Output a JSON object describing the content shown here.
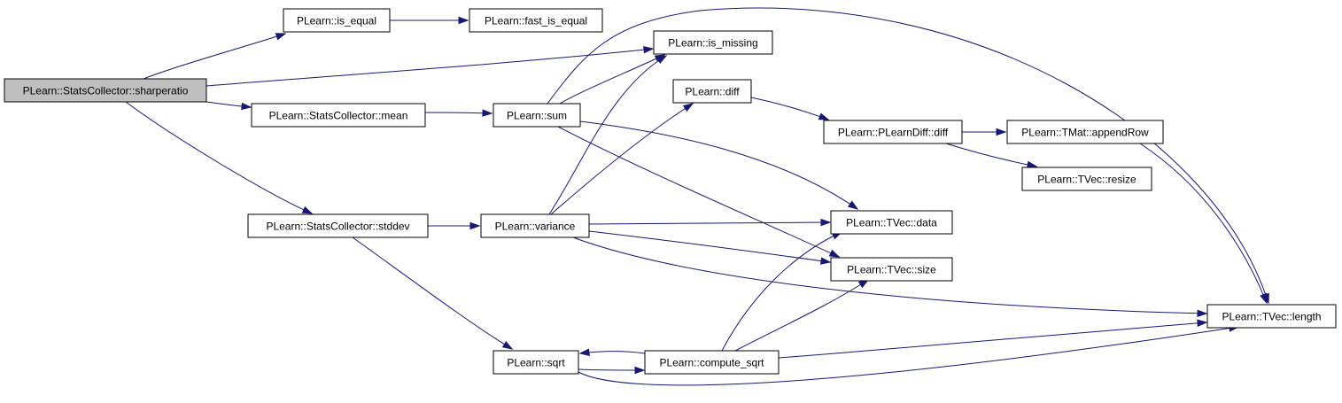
{
  "colors": {
    "edge": "#191970",
    "node_border": "#000000",
    "node_fill": "#ffffff",
    "root_fill": "#bfbfbf"
  },
  "nodes": {
    "sharperatio": "PLearn::StatsCollector::sharperatio",
    "is_equal": "PLearn::is_equal",
    "fast_is_equal": "PLearn::fast_is_equal",
    "is_missing": "PLearn::is_missing",
    "sc_mean": "PLearn::StatsCollector::mean",
    "sum": "PLearn::sum",
    "diff": "PLearn::diff",
    "plearndiff_diff": "PLearn::PLearnDiff::diff",
    "appendrow": "PLearn::TMat::appendRow",
    "resize": "PLearn::TVec::resize",
    "sc_stddev": "PLearn::StatsCollector::stddev",
    "variance": "PLearn::variance",
    "tvec_data": "PLearn::TVec::data",
    "tvec_size": "PLearn::TVec::size",
    "tvec_length": "PLearn::TVec::length",
    "sqrt": "PLearn::sqrt",
    "compute_sqrt": "PLearn::compute_sqrt"
  },
  "root_node": "sharperatio",
  "edges": [
    [
      "sharperatio",
      "is_equal"
    ],
    [
      "sharperatio",
      "is_missing"
    ],
    [
      "sharperatio",
      "sc_mean"
    ],
    [
      "sharperatio",
      "sc_stddev"
    ],
    [
      "is_equal",
      "fast_is_equal"
    ],
    [
      "sc_mean",
      "sum"
    ],
    [
      "sum",
      "is_missing"
    ],
    [
      "sum",
      "tvec_length"
    ],
    [
      "sum",
      "tvec_data"
    ],
    [
      "sum",
      "tvec_size"
    ],
    [
      "diff",
      "plearndiff_diff"
    ],
    [
      "plearndiff_diff",
      "appendrow"
    ],
    [
      "plearndiff_diff",
      "resize"
    ],
    [
      "appendrow",
      "tvec_length"
    ],
    [
      "sc_stddev",
      "variance"
    ],
    [
      "sc_stddev",
      "sqrt"
    ],
    [
      "variance",
      "is_missing"
    ],
    [
      "variance",
      "diff"
    ],
    [
      "variance",
      "tvec_data"
    ],
    [
      "variance",
      "tvec_size"
    ],
    [
      "variance",
      "tvec_length"
    ],
    [
      "sqrt",
      "compute_sqrt"
    ],
    [
      "sqrt",
      "tvec_length"
    ],
    [
      "compute_sqrt",
      "sqrt"
    ],
    [
      "compute_sqrt",
      "tvec_data"
    ],
    [
      "compute_sqrt",
      "tvec_size"
    ],
    [
      "compute_sqrt",
      "tvec_length"
    ]
  ]
}
